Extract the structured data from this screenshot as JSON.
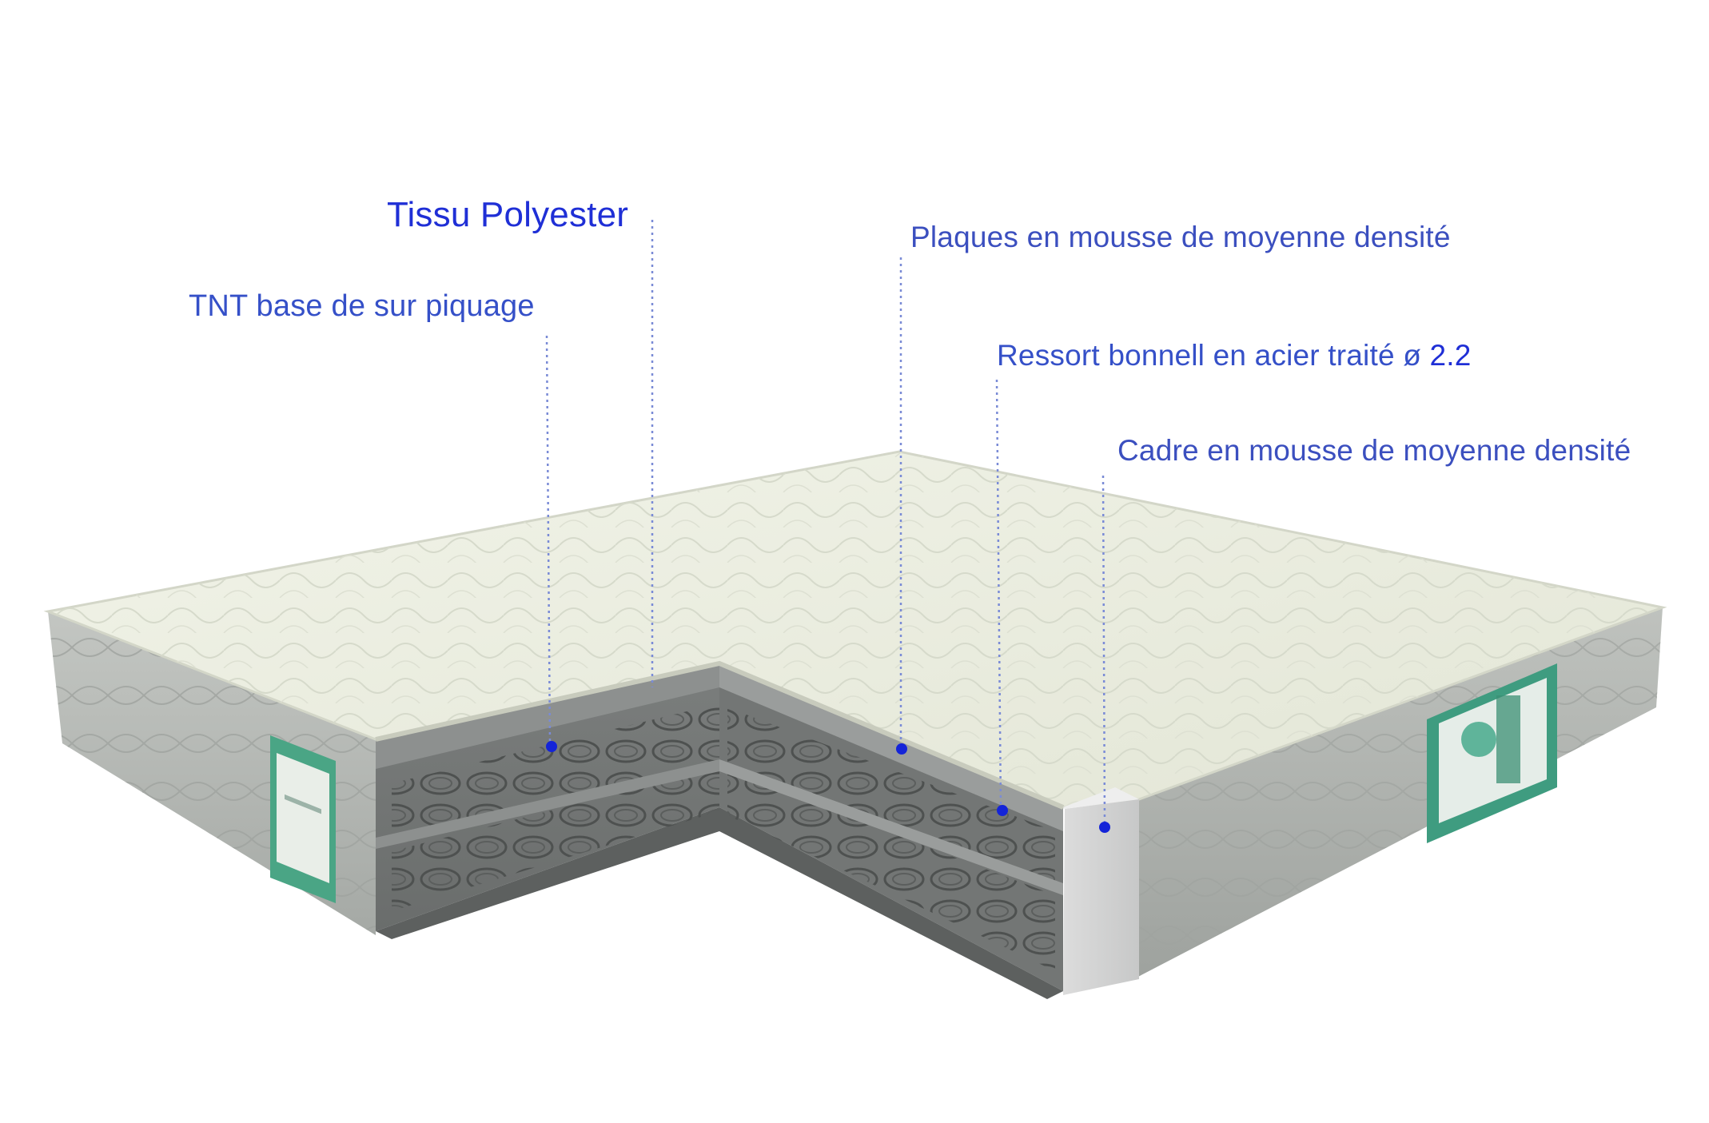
{
  "labels": {
    "tissu_polyester": "Tissu Polyester",
    "tnt_base": "TNT base de sur piquage",
    "plaques_mousse": "Plaques en mousse de moyenne densité",
    "ressort_bonnell": "Ressort bonnell en acier traité ø",
    "ressort_diameter": "2.2",
    "cadre_mousse": "Cadre en mousse de moyenne densité"
  },
  "colors": {
    "label_blue": "#3550c8",
    "title_blue": "#1f2fd6",
    "marker_blue": "#1424d8",
    "mattress_top": "#e9ecdd",
    "mattress_side": "#b3b6b2",
    "tag_green": "#3f9c80"
  },
  "icons": [
    "mattress-illustration",
    "product-tag-left",
    "product-tag-right"
  ]
}
